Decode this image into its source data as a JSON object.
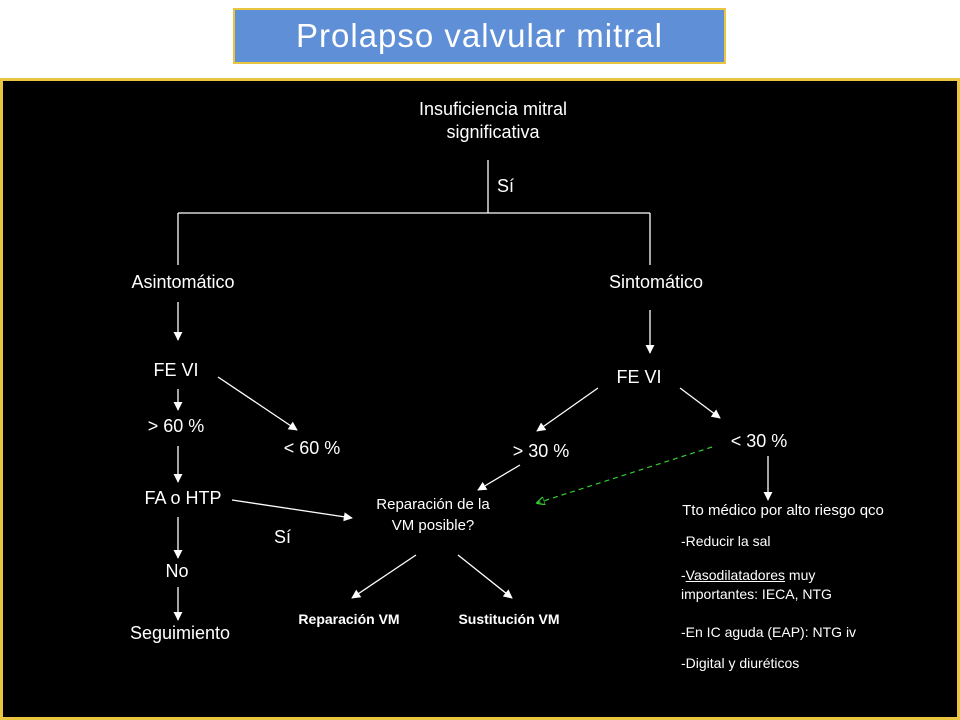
{
  "title": "Prolapso valvular mitral",
  "colors": {
    "title_bg": "#5f8fd6",
    "border": "#e8c640",
    "panel_bg": "#000000",
    "text": "#ffffff",
    "dashed_arrow": "#33cc33"
  },
  "nodes": {
    "root_line1": "Insuficiencia mitral",
    "root_line2": "significativa",
    "si_top": "Sí",
    "asintomatico": "Asintomático",
    "sintomatico": "Sintomático",
    "fe_vi_left": "FE VI",
    "fe_vi_right": "FE VI",
    "gt60": "> 60 %",
    "lt60": "< 60 %",
    "gt30": "> 30 %",
    "lt30": "< 30 %",
    "fa_htp": "FA o HTP",
    "si_mid": "Sí",
    "no": "No",
    "seguimiento": "Seguimiento",
    "repair_q_line1": "Reparación de la",
    "repair_q_line2": "VM posible?",
    "reparacion_vm": "Reparación VM",
    "sustitucion_vm": "Sustitución VM",
    "tto": "Tto médico por alto riesgo qco"
  },
  "treatment": {
    "item1": "-Reducir la sal",
    "item2_dash": "-",
    "item2_underlined": "Vasodilatadores",
    "item2_rest": " muy",
    "item2_line2": "importantes: IECA, NTG",
    "item3": "-En IC aguda (EAP): NTG iv",
    "item4": "-Digital y diuréticos"
  }
}
